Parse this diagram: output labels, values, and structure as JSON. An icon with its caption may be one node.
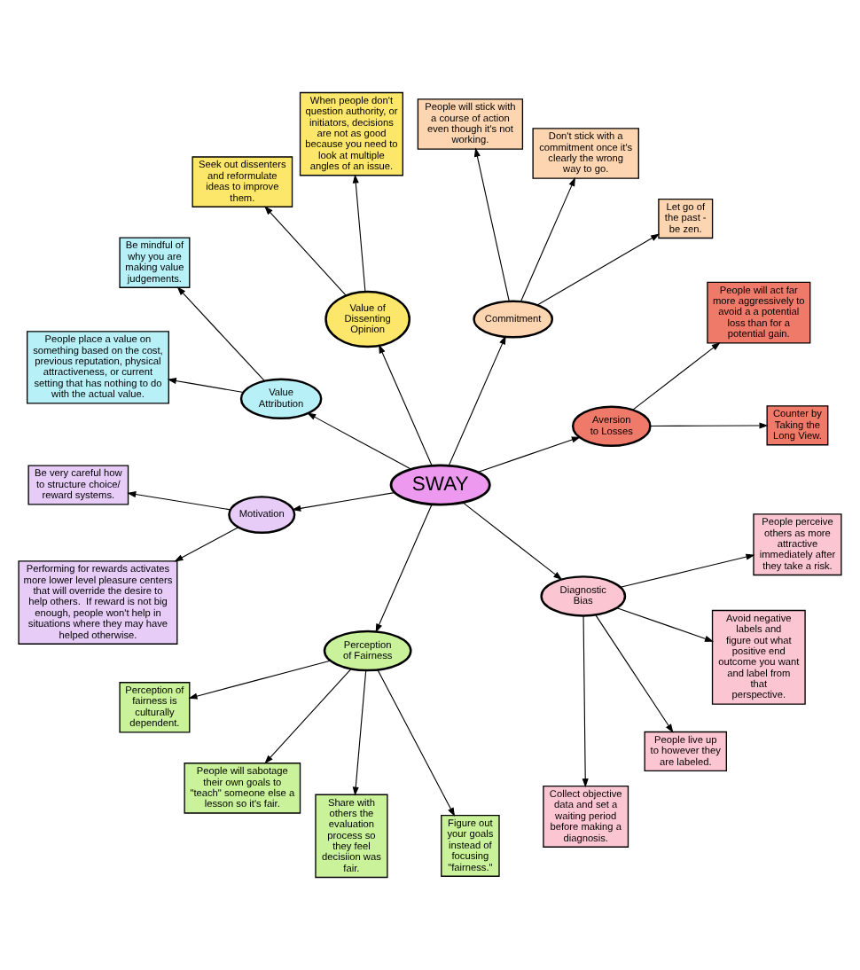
{
  "diagram": {
    "nodes": [
      {
        "text": [
          "SWAY"
        ]
      },
      {
        "text": [
          "Aversion to Losses"
        ]
      },
      {
        "text": [
          "Counter by Taking the Long View."
        ]
      },
      {
        "text": [
          "People will act far more aggressively to avoid a a potential loss than for a potential gain."
        ]
      },
      {
        "text": [
          "Commitment"
        ]
      },
      {
        "text": [
          "Let go of the past - be zen."
        ]
      },
      {
        "text": [
          "Don't stick with a commitment once it's clearly the wrong way to go."
        ]
      },
      {
        "text": [
          "People will stick with a course of action even though it's not working."
        ]
      },
      {
        "text": [
          "Value of Dissenting Opinion"
        ]
      },
      {
        "text": [
          "When people don't question authority, or initiators, decisions are not as good because you need to look at multiple angles of an issue."
        ]
      },
      {
        "text": [
          "Seek out dissenters and reformulate ideas to improve them."
        ]
      },
      {
        "text": [
          "Value Attribution"
        ]
      },
      {
        "text": [
          "Be mindful of why you are making value judgements."
        ]
      },
      {
        "text": [
          "People place a value on something based on the cost, previous reputation, physical attractiveness, or current setting that has nothing to do with the actual value."
        ]
      },
      {
        "text": [
          "Motivation"
        ]
      },
      {
        "text": [
          "Be very careful how to structure choice/ reward systems."
        ]
      },
      {
        "text": [
          "Performing for rewards activates more lower level pleasure centers that will override the desire to help others.  If reward is not big enough, people won't help in situations where they may have helped otherwise."
        ]
      },
      {
        "text": [
          "Perception of Fairness"
        ]
      },
      {
        "text": [
          "Perception of fairness is culturally dependent."
        ]
      },
      {
        "text": [
          "People will sabotage their own goals to \"teach\" someone else a lesson so it's fair."
        ]
      },
      {
        "text": [
          "Share with others the evaluation process so they feel decisiion was fair."
        ]
      },
      {
        "text": [
          "Figure out your goals instead of focusing \"fairness.\""
        ]
      },
      {
        "text": [
          "Diagnostic Bias"
        ]
      },
      {
        "text": [
          "Collect objective data and set a waiting period before making a diagnosis."
        ]
      },
      {
        "text": [
          "People live up to however they are labeled."
        ]
      },
      {
        "text": [
          "Avoid negative labels and figure out what positive end outcome you want and label from that perspective."
        ]
      },
      {
        "text": [
          "People perceive others as more attractive immediately after they take a risk."
        ]
      }
    ],
    "edges": [
      {
        "from": 0,
        "to": 1,
        "arrow": "to"
      },
      {
        "from": 1,
        "to": 2,
        "arrow": "to"
      },
      {
        "from": 1,
        "to": 3,
        "arrow": "to"
      },
      {
        "from": 0,
        "to": 4,
        "arrow": "to"
      },
      {
        "from": 4,
        "to": 5,
        "arrow": "to"
      },
      {
        "from": 4,
        "to": 6,
        "arrow": "to"
      },
      {
        "from": 4,
        "to": 7,
        "arrow": "to"
      },
      {
        "from": 0,
        "to": 8,
        "arrow": "to"
      },
      {
        "from": 8,
        "to": 9,
        "arrow": "to"
      },
      {
        "from": 8,
        "to": 10,
        "arrow": "to"
      },
      {
        "from": 0,
        "to": 11,
        "arrow": "to"
      },
      {
        "from": 11,
        "to": 12,
        "arrow": "to"
      },
      {
        "from": 11,
        "to": 13,
        "arrow": "to"
      },
      {
        "from": 0,
        "to": 14,
        "arrow": "to"
      },
      {
        "from": 14,
        "to": 15,
        "arrow": "to"
      },
      {
        "from": 14,
        "to": 16,
        "arrow": "to"
      },
      {
        "from": 0,
        "to": 17,
        "arrow": "to"
      },
      {
        "from": 17,
        "to": 18,
        "arrow": "to"
      },
      {
        "from": 17,
        "to": 19,
        "arrow": "to"
      },
      {
        "from": 17,
        "to": 20,
        "arrow": "to"
      },
      {
        "from": 17,
        "to": 21,
        "arrow": "to"
      },
      {
        "from": 0,
        "to": 22,
        "arrow": "to"
      },
      {
        "from": 22,
        "to": 23,
        "arrow": "to"
      },
      {
        "from": 22,
        "to": 24,
        "arrow": "to"
      },
      {
        "from": 22,
        "to": 25,
        "arrow": "to"
      },
      {
        "from": 22,
        "to": 26,
        "arrow": "to"
      }
    ]
  }
}
